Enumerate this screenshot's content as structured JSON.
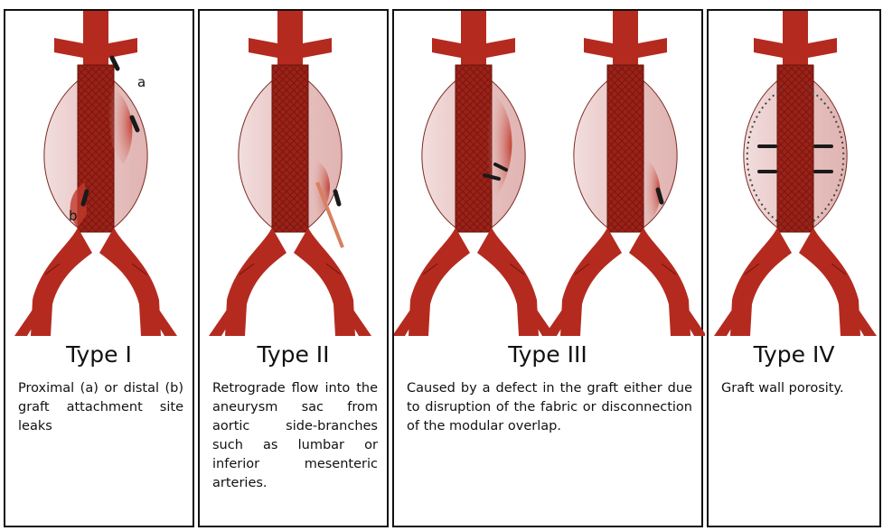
{
  "panels": [
    {
      "title": "Type I",
      "description": "Proximal (a) or distal (b) graft attachment site leaks",
      "labels": [
        "a",
        "b"
      ]
    },
    {
      "title": "Type II",
      "description": "Retrograde flow into the aneurysm sac from aortic side-branches such as lumbar or inferior mesenteric arteries."
    },
    {
      "title": "Type III",
      "description": "Caused by a defect in the graft either due to disruption of the fabric or disconnection of the modular overlap."
    },
    {
      "title": "Type IV",
      "description": "Graft wall porosity."
    }
  ],
  "colors": {
    "artery": "#b52a1f",
    "graft": "#8c1c14",
    "sac": "#e8c6c4",
    "leak": "#d9746b",
    "arrow": "#1a1a1a",
    "border": "#111111"
  }
}
